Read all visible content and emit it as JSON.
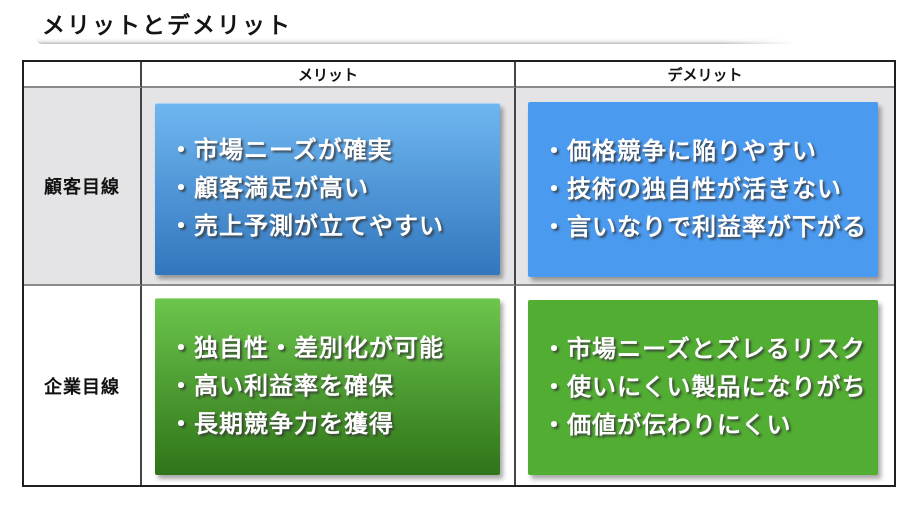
{
  "title": "メリットとデメリット",
  "bullet_char": "・",
  "table": {
    "col_headers": {
      "merit": "メリット",
      "demerit": "デメリット"
    },
    "row_headers": {
      "customer": "顧客目線",
      "company": "企業目線"
    }
  },
  "boxes": {
    "customer_merit": {
      "items": [
        "市場ニーズが確実",
        "顧客満足が高い",
        "売上予測が立てやすい"
      ],
      "bg_top": "#6fb7f1",
      "bg_bottom": "#3276bd"
    },
    "customer_demerit": {
      "items": [
        "価格競争に陥りやすい",
        "技術の独自性が活きない",
        "言いなりで利益率が下がる"
      ],
      "bg": "#4a9aef"
    },
    "company_merit": {
      "items": [
        "独自性・差別化が可能",
        "高い利益率を確保",
        "長期競争力を獲得"
      ],
      "bg_top": "#6cc64c",
      "bg_bottom": "#2f7419"
    },
    "company_demerit": {
      "items": [
        "市場ニーズとズレるリスク",
        "使いにくい製品になりがち",
        "価値が伝わりにくい"
      ],
      "bg": "#52ad33"
    }
  },
  "colors": {
    "row_band": "#e4e4e6",
    "table_border": "#1f1f1f",
    "text_on_box": "#ffffff"
  }
}
